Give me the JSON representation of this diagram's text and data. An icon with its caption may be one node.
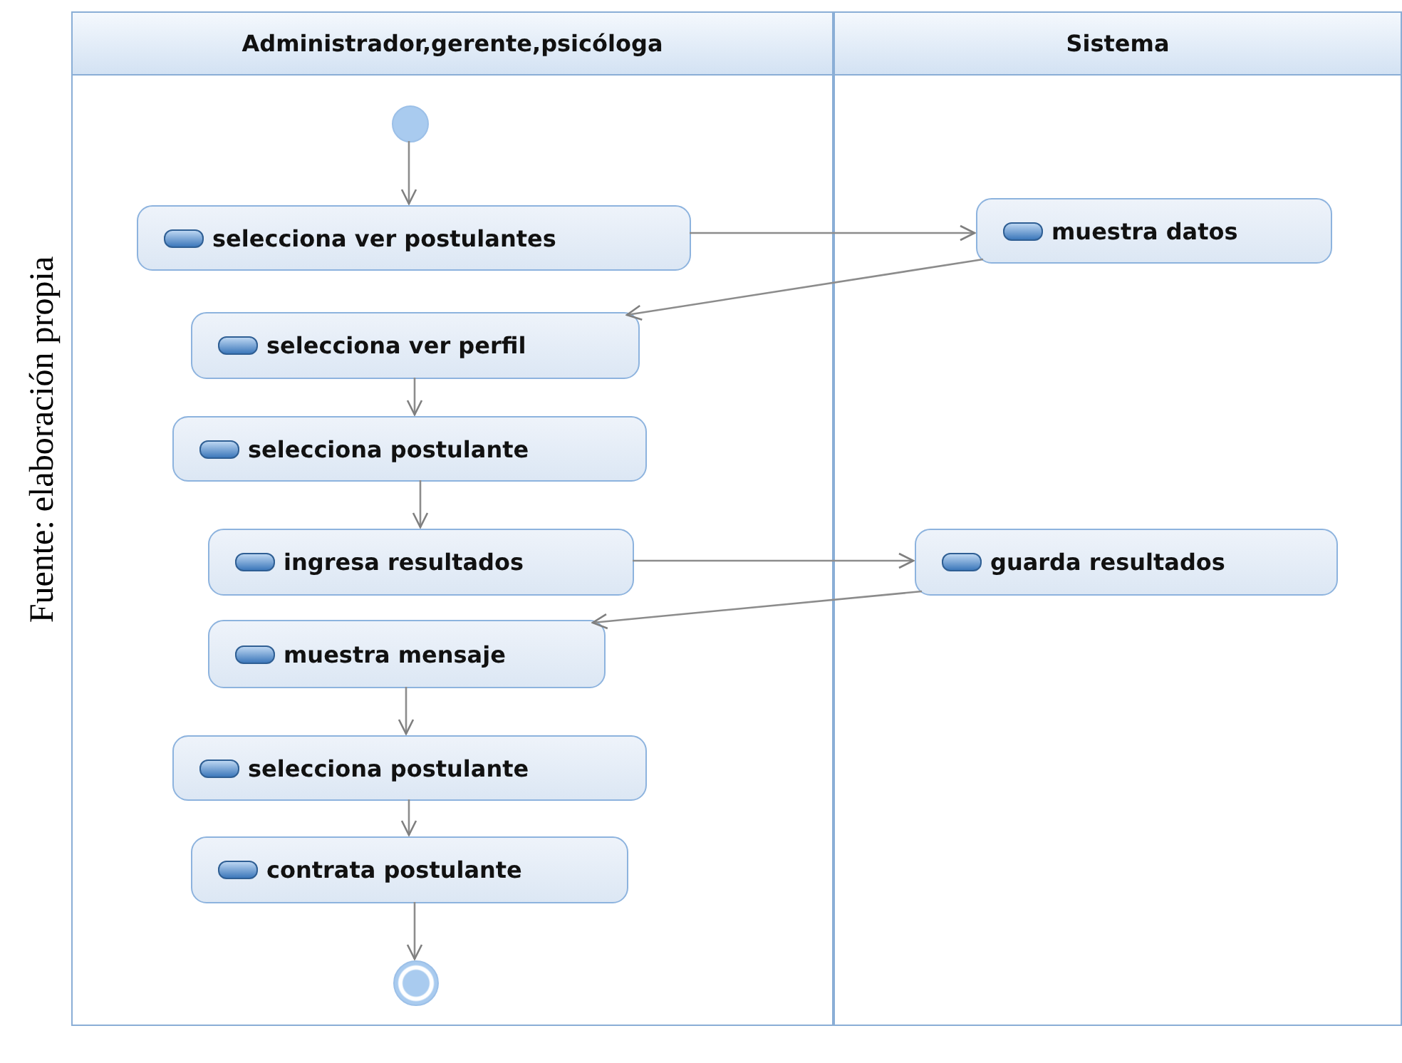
{
  "diagram": {
    "nodes": [
      {
        "text": [
          "Administrador,gerente,psicóloga"
        ]
      },
      {
        "text": [
          "Sistema"
        ]
      },
      {
        "text": [],
        "shape": "circle",
        "in": 0
      },
      {
        "text": [
          "selecciona ver postulantes"
        ],
        "in": 0
      },
      {
        "text": [
          "muestra datos"
        ],
        "in": 1
      },
      {
        "text": [
          "selecciona ver perfil"
        ],
        "in": 0
      },
      {
        "text": [
          "selecciona postulante"
        ],
        "in": 0
      },
      {
        "text": [
          "ingresa resultados"
        ],
        "in": 0
      },
      {
        "text": [
          "guarda resultados"
        ],
        "in": 1
      },
      {
        "text": [
          "muestra mensaje"
        ],
        "in": 0
      },
      {
        "text": [
          "selecciona postulante"
        ],
        "in": 0
      },
      {
        "text": [
          "contrata postulante"
        ],
        "in": 0
      },
      {
        "text": [],
        "shape": "circle",
        "in": 0
      }
    ],
    "edges": [
      {
        "from": 2,
        "to": 3,
        "arrow": "to"
      },
      {
        "from": 3,
        "to": 4,
        "arrow": "to"
      },
      {
        "from": 4,
        "to": 5,
        "arrow": "to"
      },
      {
        "from": 5,
        "to": 6,
        "arrow": "to"
      },
      {
        "from": 6,
        "to": 7,
        "arrow": "to"
      },
      {
        "from": 7,
        "to": 8,
        "arrow": "to"
      },
      {
        "from": 8,
        "to": 9,
        "arrow": "to"
      },
      {
        "from": 9,
        "to": 10,
        "arrow": "to"
      },
      {
        "from": 10,
        "to": 11,
        "arrow": "to"
      },
      {
        "from": 11,
        "to": 12,
        "arrow": "to"
      }
    ],
    "labels": [
      "Fuente: elaboración propia"
    ]
  }
}
